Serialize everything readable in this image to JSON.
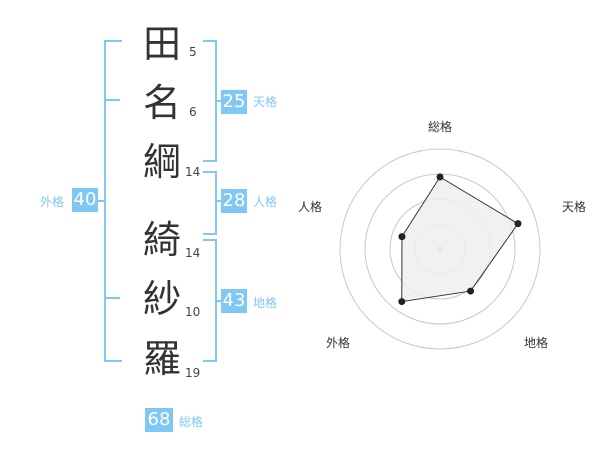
{
  "name_chars": [
    {
      "char": "田",
      "strokes": "5"
    },
    {
      "char": "名",
      "strokes": "6"
    },
    {
      "char": "綱",
      "strokes": "14"
    },
    {
      "char": "綺",
      "strokes": "14"
    },
    {
      "char": "紗",
      "strokes": "10"
    },
    {
      "char": "羅",
      "strokes": "19"
    }
  ],
  "fortune": {
    "tenkaku": {
      "value": "25",
      "label": "天格"
    },
    "jinkaku": {
      "value": "28",
      "label": "人格"
    },
    "chikaku": {
      "value": "43",
      "label": "地格"
    },
    "gaikaku": {
      "value": "40",
      "label": "外格"
    },
    "soukaku": {
      "value": "68",
      "label": "総格"
    }
  },
  "chart_data": {
    "type": "radar",
    "axes": [
      "総格",
      "天格",
      "地格",
      "外格",
      "人格"
    ],
    "values": [
      0.72,
      0.82,
      0.52,
      0.65,
      0.4
    ],
    "max": 1,
    "rings": 4,
    "colors": {
      "fill": "#efefef",
      "line": "#333333",
      "ring": "#c8c8c8",
      "accent": "#7fc8f4"
    }
  }
}
